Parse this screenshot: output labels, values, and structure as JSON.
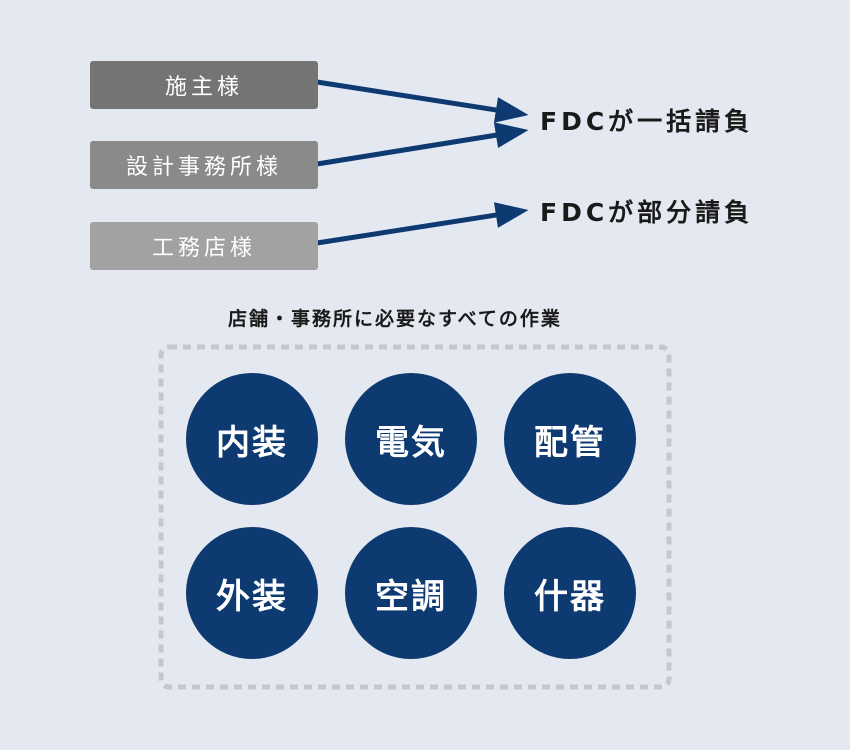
{
  "colors": {
    "background": "#e4e8f0",
    "navy": "#0e3a72",
    "gray_owner": "#747474",
    "gray_design": "#8a8a8a",
    "gray_builder": "#a2a2a2",
    "dash": "#c4c8ce",
    "heading_text": "#1a1a1a",
    "white": "#ffffff"
  },
  "flow": {
    "sources": [
      {
        "label": "施主様"
      },
      {
        "label": "設計事務所様"
      },
      {
        "label": "工務店様"
      }
    ],
    "outcomes": [
      {
        "label": "FDCが一括請負"
      },
      {
        "label": "FDCが部分請負"
      }
    ]
  },
  "work_scope": {
    "title": "店舗・事務所に必要なすべての作業",
    "items": [
      {
        "label": "内装"
      },
      {
        "label": "電気"
      },
      {
        "label": "配管"
      },
      {
        "label": "外装"
      },
      {
        "label": "空調"
      },
      {
        "label": "什器"
      }
    ]
  }
}
